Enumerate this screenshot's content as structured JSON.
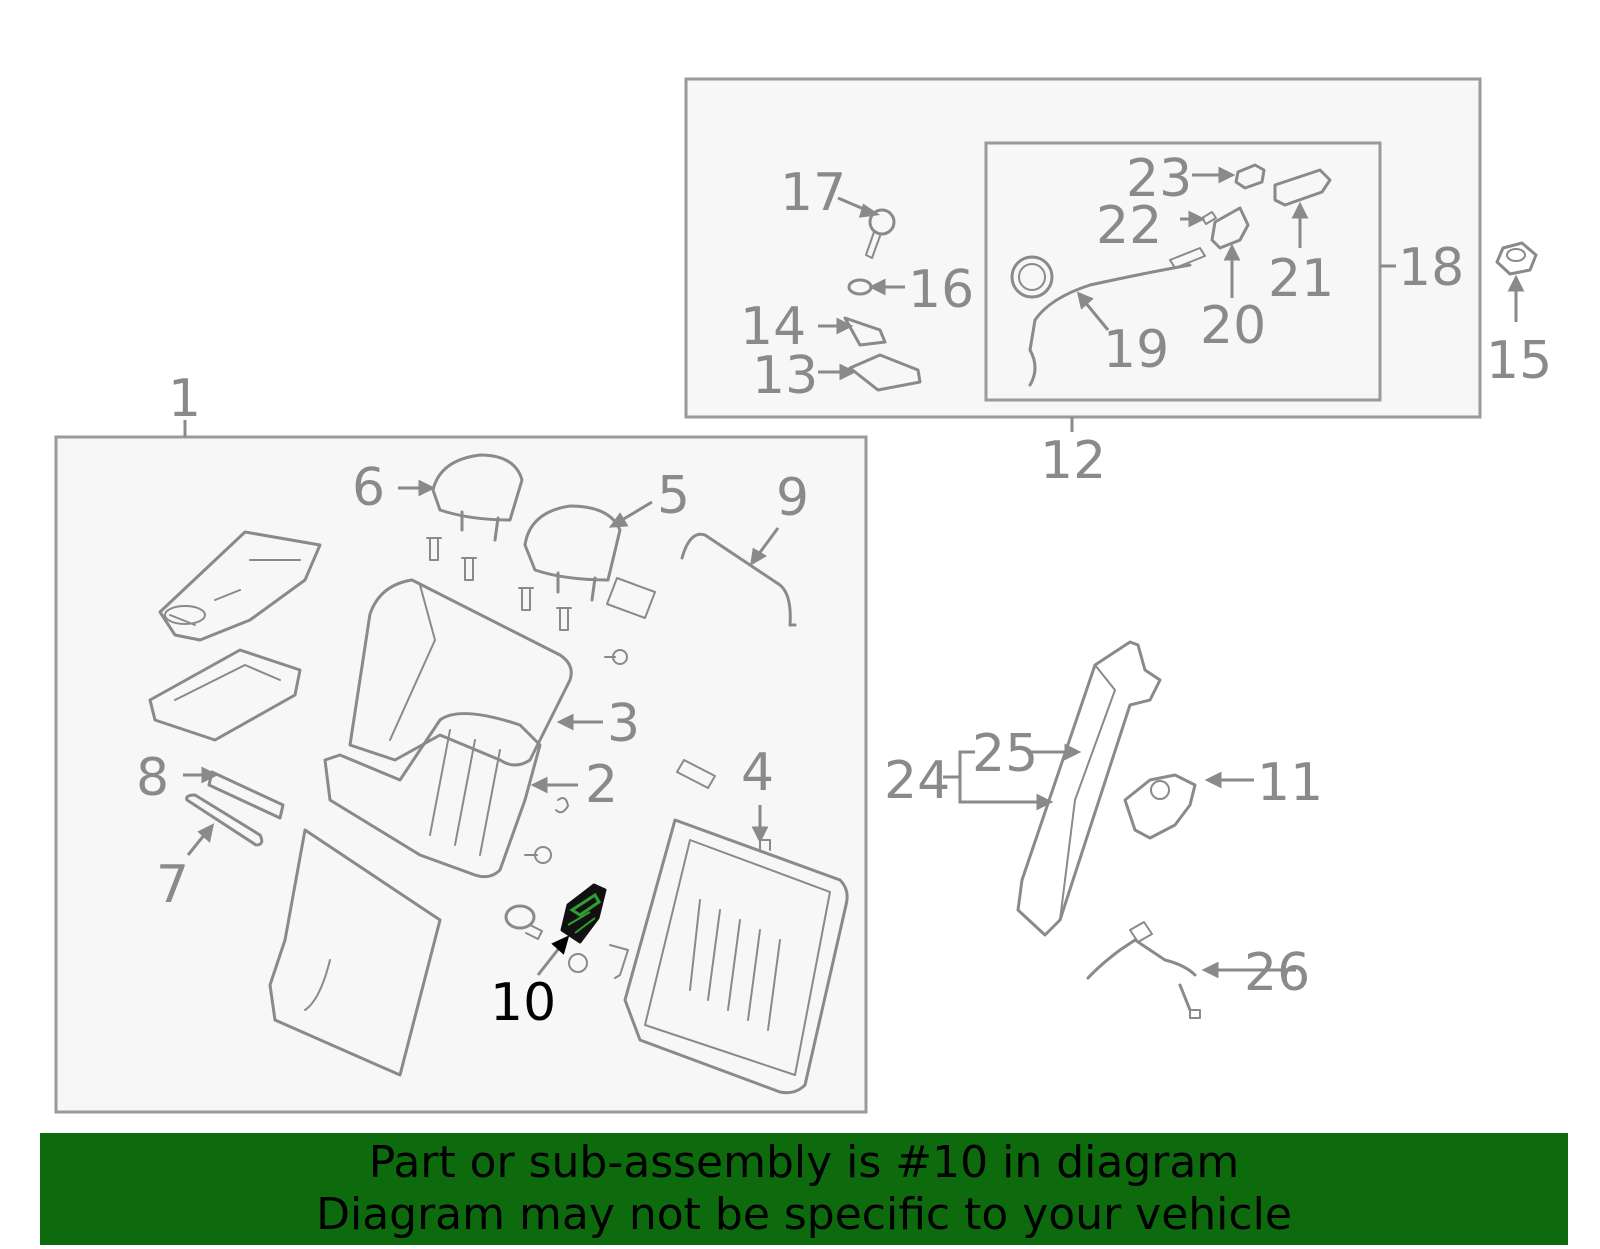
{
  "callouts": {
    "c1": "1",
    "c2": "2",
    "c3": "3",
    "c4": "4",
    "c5": "5",
    "c6": "6",
    "c7": "7",
    "c8": "8",
    "c9": "9",
    "c10": "10",
    "c11": "11",
    "c12": "12",
    "c13": "13",
    "c14": "14",
    "c15": "15",
    "c16": "16",
    "c17": "17",
    "c18": "18",
    "c19": "19",
    "c20": "20",
    "c21": "21",
    "c22": "22",
    "c23": "23",
    "c24": "24",
    "c25": "25",
    "c26": "26"
  },
  "highlighted_part": "10",
  "colors": {
    "banner": "#0d6b0d",
    "highlight": "#2fa02f",
    "line": "#8a8a8a"
  },
  "banner": {
    "line1": "Part or sub-assembly is #10 in diagram",
    "line2": "Diagram may not be specific to your vehicle"
  }
}
